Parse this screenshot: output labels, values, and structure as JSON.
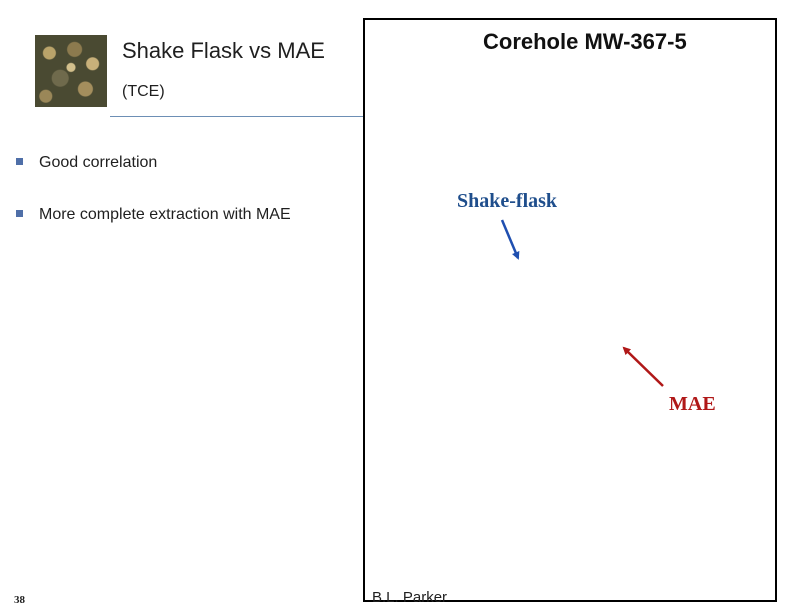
{
  "slide": {
    "title": "Shake Flask vs MAE",
    "subtitle": "(TCE)",
    "bullets": [
      {
        "text": "Good correlation"
      },
      {
        "text": "More complete extraction with MAE"
      }
    ],
    "page_number": "38"
  },
  "figure": {
    "title": "Corehole MW-367-5",
    "labels": {
      "shake_flask": "Shake-flask",
      "mae": "MAE"
    },
    "credit": "B.L. Parker"
  },
  "colors": {
    "shake_flask_arrow": "#1f4fb0",
    "mae_arrow": "#b01818",
    "bullet_marker": "#4f6fa8"
  },
  "icons": {
    "logo": "pebbles-photo",
    "bullet_marker": "square-bullet-icon",
    "shake_arrow": "arrow-down-right-icon",
    "mae_arrow": "arrow-up-left-icon"
  }
}
